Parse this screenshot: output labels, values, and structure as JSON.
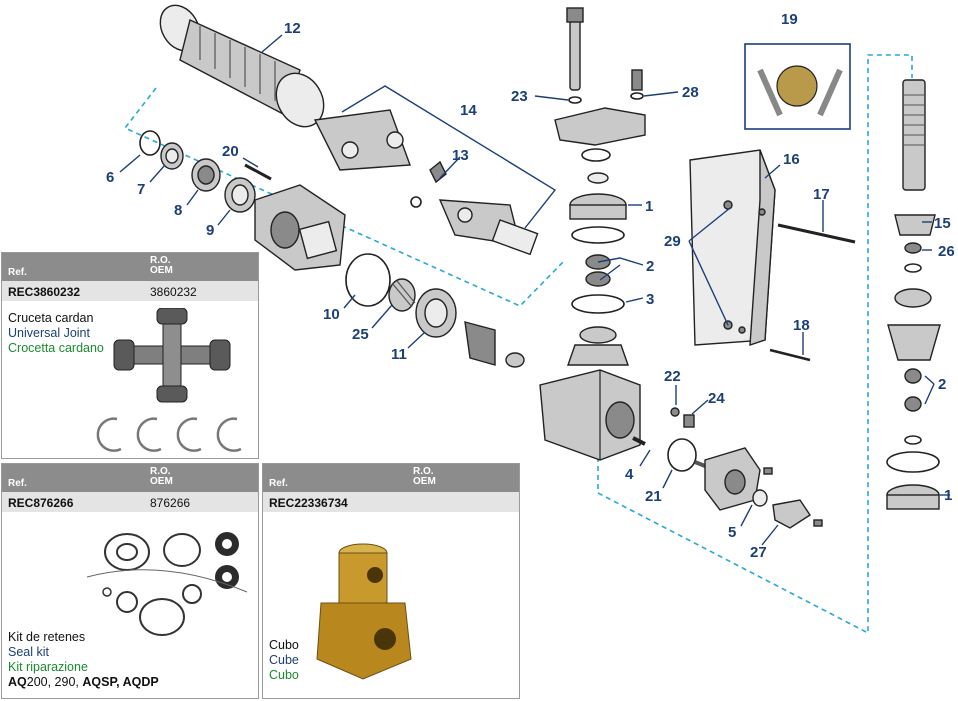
{
  "callouts": {
    "c1a": "1",
    "c1b": "1",
    "c2a": "2",
    "c2b": "2",
    "c3": "3",
    "c4": "4",
    "c5": "5",
    "c6": "6",
    "c7": "7",
    "c8": "8",
    "c9": "9",
    "c10": "10",
    "c11": "11",
    "c12": "12",
    "c13": "13",
    "c14": "14",
    "c15": "15",
    "c16": "16",
    "c17": "17",
    "c18": "18",
    "c19": "19",
    "c20": "20",
    "c21": "21",
    "c22": "22",
    "c23": "23",
    "c24": "24",
    "c25": "25",
    "c26": "26",
    "c27": "27",
    "c28": "28",
    "c29": "29"
  },
  "cards": [
    {
      "ref_label": "Ref.",
      "oem_label_1": "R.O.",
      "oem_label_2": "OEM",
      "ref": "REC3860232",
      "oem": "3860232",
      "name_es": "Cruceta cardan",
      "name_en": "Universal Joint",
      "name_it": "Crocetta cardano"
    },
    {
      "ref_label": "Ref.",
      "oem_label_1": "R.O.",
      "oem_label_2": "OEM",
      "ref": "REC876266",
      "oem": "876266",
      "name_es": "Kit de retenes",
      "name_en": "Seal kit",
      "name_it": "Kit riparazione",
      "models_a": "AQ",
      "models_b": "200, 290, ",
      "models_c": "AQSP, AQDP"
    },
    {
      "ref_label": "Ref.",
      "oem_label_1": "R.O.",
      "oem_label_2": "OEM",
      "ref": "REC22336734",
      "oem": "",
      "name_es": "Cubo",
      "name_en": "Cube",
      "name_it": "Cubo"
    }
  ],
  "colors": {
    "callout": "#1c3f78",
    "dashed_outline": "#2aa6d8",
    "header_bg": "#8c8c8c",
    "row_bg": "#e4e4e4",
    "italian": "#1b8a2e",
    "english": "#1c3f78"
  }
}
